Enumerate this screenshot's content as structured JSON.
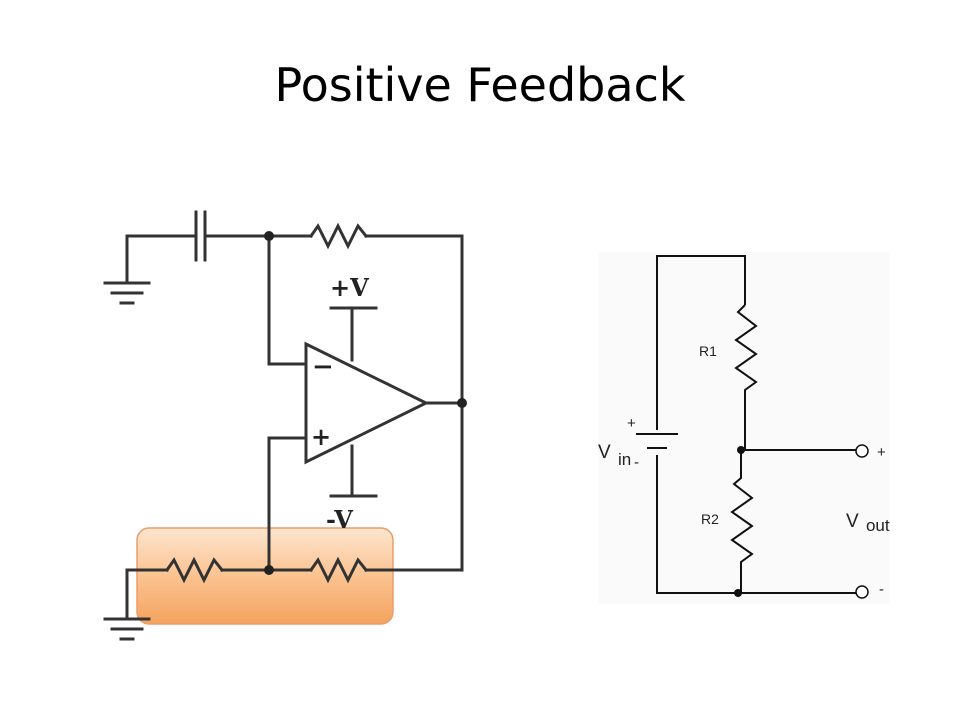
{
  "slide": {
    "title": "Positive Feedback"
  },
  "opamp_circuit": {
    "supply_positive": "+V",
    "supply_negative": "-V",
    "inverting_input": "−",
    "noninverting_input": "+",
    "highlight_color": "#f7a55f"
  },
  "divider_circuit": {
    "r1_label": "R1",
    "r2_label": "R2",
    "vin_main": "V",
    "vin_sub": "in",
    "vout_main": "V",
    "vout_sub": "out",
    "battery_plus": "+",
    "battery_minus": "-",
    "out_plus": "+",
    "out_minus": "-"
  }
}
